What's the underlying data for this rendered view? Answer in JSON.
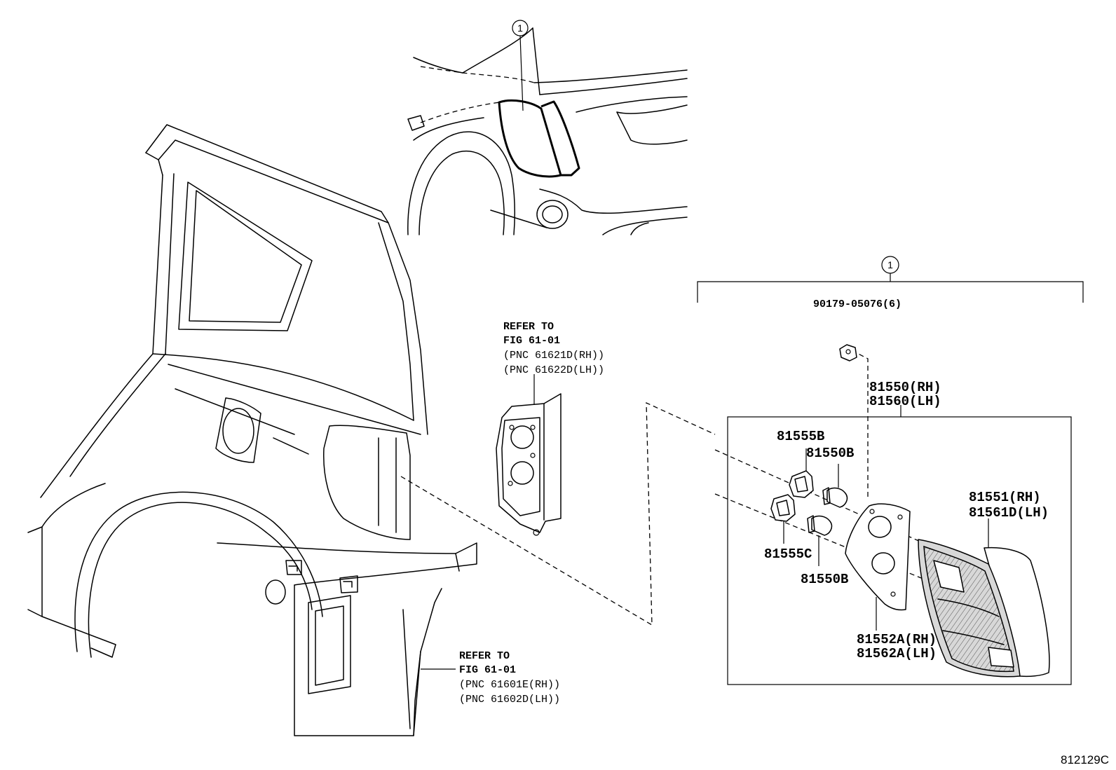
{
  "callouts": {
    "top_circle": "1",
    "bracket_circle": "1"
  },
  "labels": {
    "screw": "90179-05076(6)",
    "assy_rh": "81550(RH)",
    "assy_lh": "81560(LH)",
    "socket_b": "81555B",
    "bulb_b_top": "81550B",
    "socket_c": "81555C",
    "bulb_b_bottom": "81550B",
    "lens_rh": "81551(RH)",
    "lens_lh": "81561D(LH)",
    "gasket_rh": "81552A(RH)",
    "gasket_lh": "81562A(LH)"
  },
  "refer_upper": {
    "line1": "REFER TO",
    "line2": "FIG 61-01",
    "line3": "(PNC 61621D(RH))",
    "line4": "(PNC 61622D(LH))"
  },
  "refer_lower": {
    "line1": "REFER TO",
    "line2": "FIG 61-01",
    "line3": "(PNC 61601E(RH))",
    "line4": "(PNC 61602D(LH))"
  },
  "illustration_code": "812129C"
}
